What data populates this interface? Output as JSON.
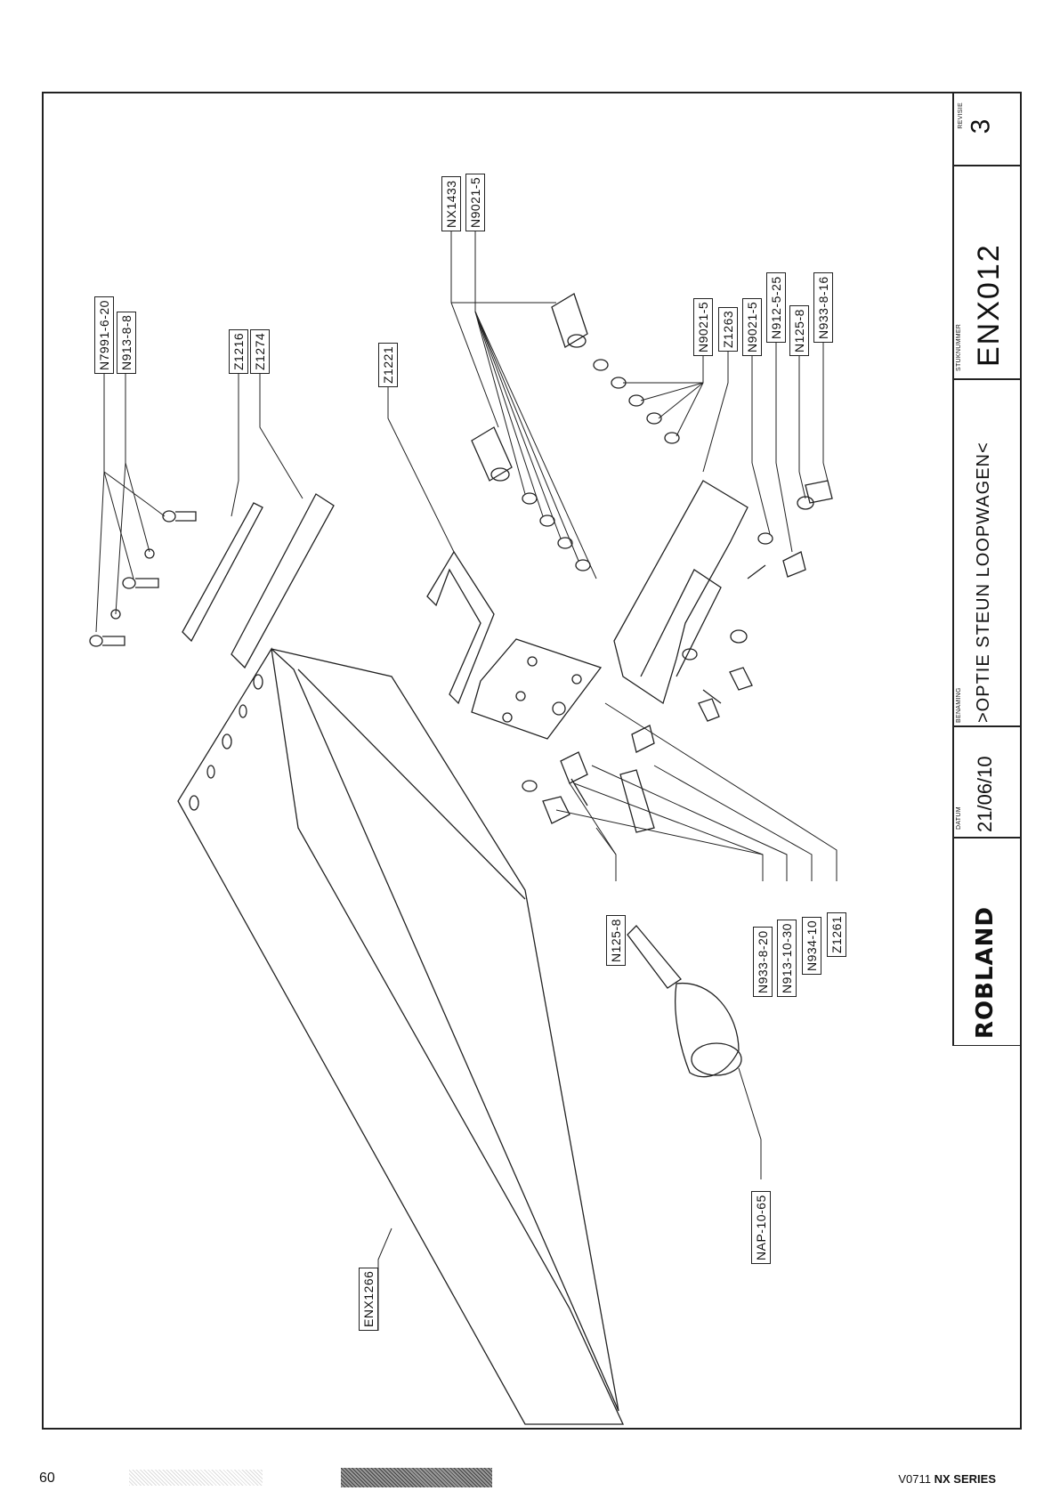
{
  "title_block": {
    "revision_caption": "REVISIE",
    "revision": "3",
    "part_number_caption": "STUKNUMMER",
    "part_number": "ENX012",
    "name_caption": "BENAMING",
    "name": ">OPTIE STEUN LOOPWAGEN<",
    "date_caption": "DATUM",
    "date": "21/06/10",
    "brand": "ROBLAND"
  },
  "part_labels": [
    {
      "id": "N7991-6-20"
    },
    {
      "id": "N913-8-8"
    },
    {
      "id": "Z1216"
    },
    {
      "id": "Z1274"
    },
    {
      "id": "Z1221"
    },
    {
      "id": "NX1433"
    },
    {
      "id": "N9021-5"
    },
    {
      "id": "N9021-5"
    },
    {
      "id": "Z1263"
    },
    {
      "id": "N9021-5"
    },
    {
      "id": "N912-5-25"
    },
    {
      "id": "N125-8"
    },
    {
      "id": "N933-8-16"
    },
    {
      "id": "N125-8"
    },
    {
      "id": "N933-8-20"
    },
    {
      "id": "N913-10-30"
    },
    {
      "id": "N934-10"
    },
    {
      "id": "Z1261"
    },
    {
      "id": "NAP-10-65"
    },
    {
      "id": "ENX1266"
    }
  ],
  "footer": {
    "page_number": "60",
    "version": "V0711",
    "series": "NX SERIES"
  }
}
